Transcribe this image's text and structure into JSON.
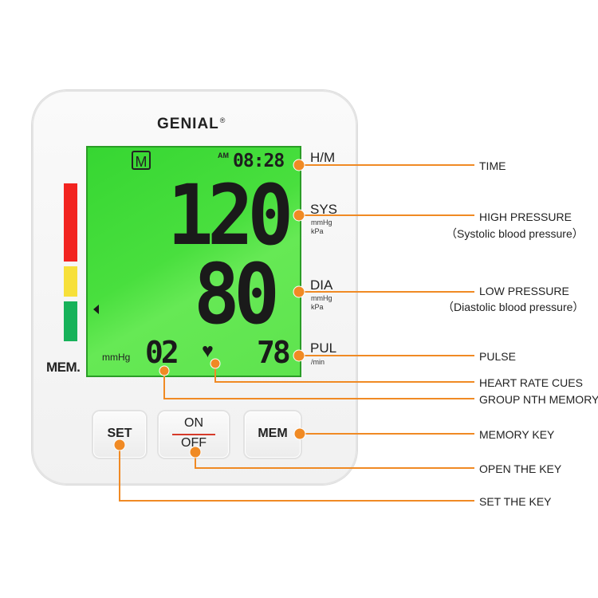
{
  "device": {
    "brand": "GENIAL",
    "registered_mark": "®",
    "memory_label": "MEM.",
    "indicator_colors": [
      "#f22420",
      "#f7e03a",
      "#17b25a"
    ]
  },
  "lcd": {
    "memory_mark": "M",
    "am": "AM",
    "time": "08:28",
    "systolic": "120",
    "diastolic": "80",
    "unit": "mmHg",
    "memory_group": "02",
    "pulse": "78",
    "heart_glyph": "♥",
    "background_color": "#49df3e"
  },
  "side_labels": {
    "time": "H/M",
    "sys": "SYS",
    "sys_unit1": "mmHg",
    "sys_unit2": "kPa",
    "dia": "DIA",
    "dia_unit1": "mmHg",
    "dia_unit2": "kPa",
    "pulse": "PUL",
    "pulse_unit": "/min"
  },
  "keys": {
    "set": "SET",
    "on": "ON",
    "off": "OFF",
    "mem": "MEM"
  },
  "callouts": {
    "time": "TIME",
    "high_pressure": "HIGH PRESSURE",
    "high_pressure_sub": "（Systolic blood pressure）",
    "low_pressure": "LOW PRESSURE",
    "low_pressure_sub": "（Diastolic blood pressure）",
    "pulse": "PULSE",
    "heart_rate": "HEART RATE CUES",
    "group_memory": "GROUP NTH MEMORY",
    "memory_key": "MEMORY KEY",
    "open_key": "OPEN THE KEY",
    "set_key": "SET THE KEY"
  },
  "accent_color": "#f08a24"
}
